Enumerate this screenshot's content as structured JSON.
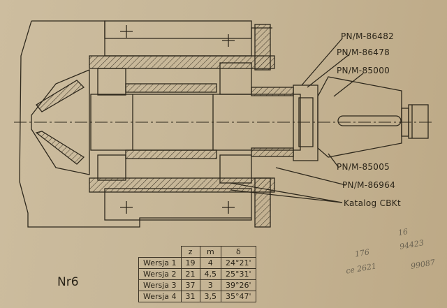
{
  "drawing": {
    "title": "Nr6",
    "part_labels": [
      "PN/M-86482",
      "PN/M-86478",
      "PN/M-85000",
      "PN/M-85005",
      "PN/M-86964",
      "Katalog CBKt"
    ],
    "margin_notes": [
      "176",
      "ce 2621",
      "16",
      "94423",
      "99087"
    ]
  },
  "variants_table": {
    "headers": [
      "",
      "z",
      "m",
      "δ"
    ],
    "rows": [
      [
        "Wersja 1",
        "19",
        "4",
        "24°21'"
      ],
      [
        "Wersja 2",
        "21",
        "4,5",
        "25°31'"
      ],
      [
        "Wersja 3",
        "37",
        "3",
        "39°26'"
      ],
      [
        "Wersja 4",
        "31",
        "3,5",
        "35°47'"
      ]
    ]
  }
}
